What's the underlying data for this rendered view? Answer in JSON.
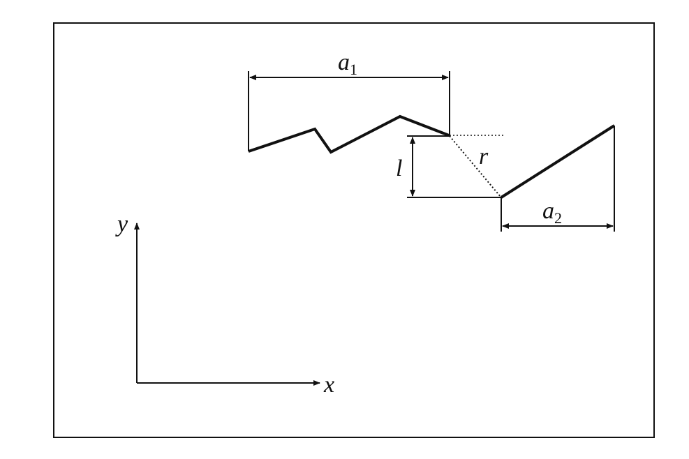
{
  "labels": {
    "a1_main": "a",
    "a1_sub": "1",
    "a2_main": "a",
    "a2_sub": "2",
    "l": "l",
    "r": "r",
    "x_axis": "x",
    "y_axis": "y"
  },
  "colors": {
    "ink": "#111111",
    "background": "#ffffff"
  }
}
